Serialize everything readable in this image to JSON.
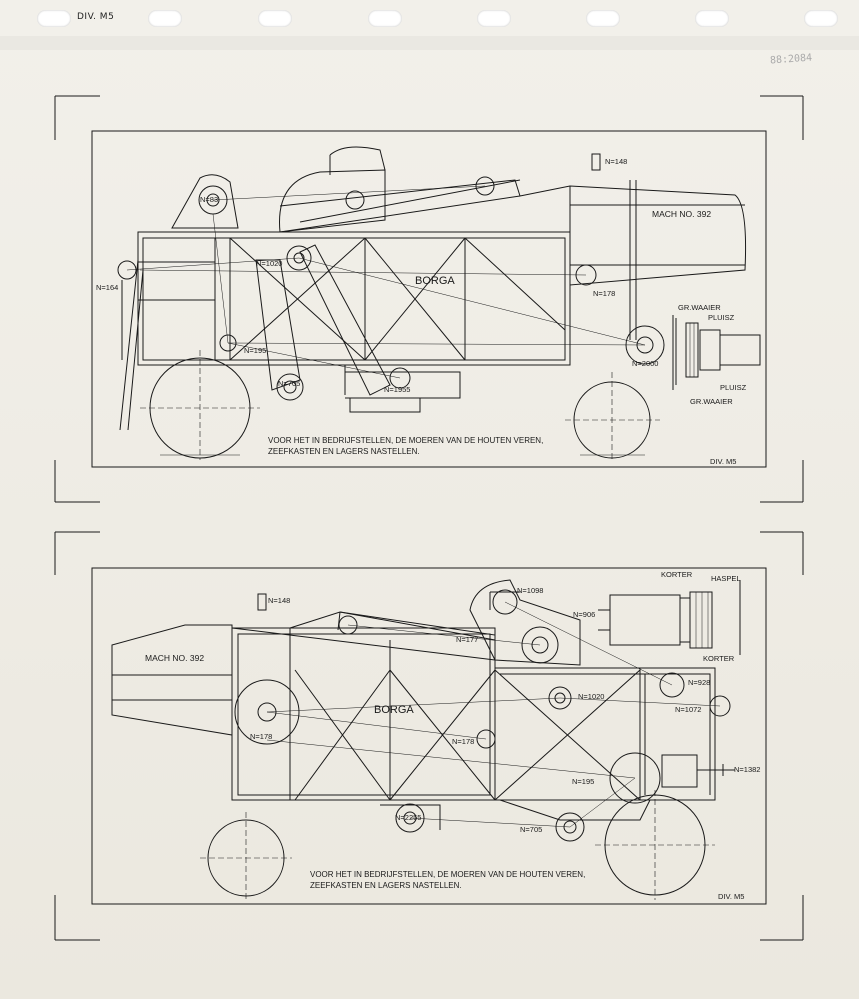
{
  "header": {
    "sheet_code": "DIV. M5",
    "archive_stamp": "88:2084"
  },
  "top_drawing": {
    "brand": "BORGA",
    "machine_no": "MACH NO. 392",
    "labels": [
      "N=83",
      "N=1020",
      "N=164",
      "N=195",
      "N=705",
      "N=1955",
      "N=178",
      "N=2000",
      "N=148"
    ],
    "detail_labels": [
      "GR.WAAIER",
      "PLUISZ",
      "PLUISZ",
      "GR.WAAIER"
    ],
    "note_line1": "VOOR HET IN BEDRIJFSTELLEN, DE MOEREN VAN DE HOUTEN VEREN,",
    "note_line2": "ZEEFKASTEN EN LAGERS NASTELLEN.",
    "corner_code": "DIV. M5"
  },
  "bottom_drawing": {
    "brand": "BORGA",
    "machine_no": "MACH NO. 392",
    "labels": [
      "N=148",
      "N=1098",
      "N=906",
      "N=177",
      "N=1020",
      "N=928",
      "N=1072",
      "N=178",
      "N=178",
      "N=195",
      "N=1382",
      "N=2255",
      "N=705"
    ],
    "detail_labels": [
      "KORTER",
      "HASPEL",
      "KORTER"
    ],
    "note_line1": "VOOR HET IN BEDRIJFSTELLEN, DE MOEREN VAN DE HOUTEN VEREN,",
    "note_line2": "ZEEFKASTEN EN LAGERS NASTELLEN.",
    "corner_code": "DIV. M5"
  }
}
